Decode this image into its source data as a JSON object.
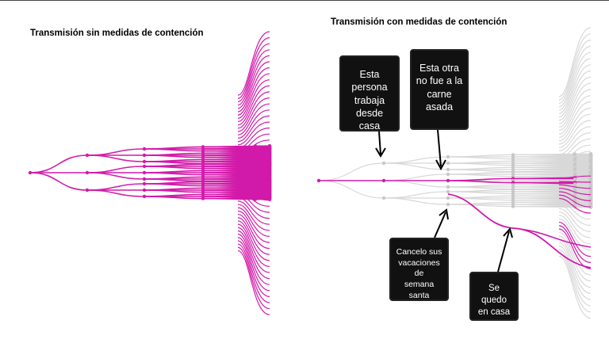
{
  "titles": {
    "left": "Transmisión sin medidas de contención",
    "right": "Transmisión con medidas de contención"
  },
  "callouts": [
    "Esta persona\ntrabaja\ndesde casa",
    "Esta otra\nno fue a la\ncarne asada",
    "Cancelo sus\nvacaciones de\nsemana santa",
    "Se quedo\nen casa"
  ],
  "colors": {
    "infected": "#d21aaa",
    "not_infected": "#d8d8d8",
    "callout_bg": "#111111"
  },
  "trees": {
    "left": {
      "branching": 3,
      "generations": 5,
      "all_infected": true
    },
    "right": {
      "branching": 3,
      "generations": 5,
      "infected_paths": [
        "1",
        "1.1",
        "1.1.0",
        "1.1.2",
        "1.1.0.0",
        "1.1.0.1",
        "1.1.2.1",
        "1.1.2.2"
      ]
    }
  }
}
